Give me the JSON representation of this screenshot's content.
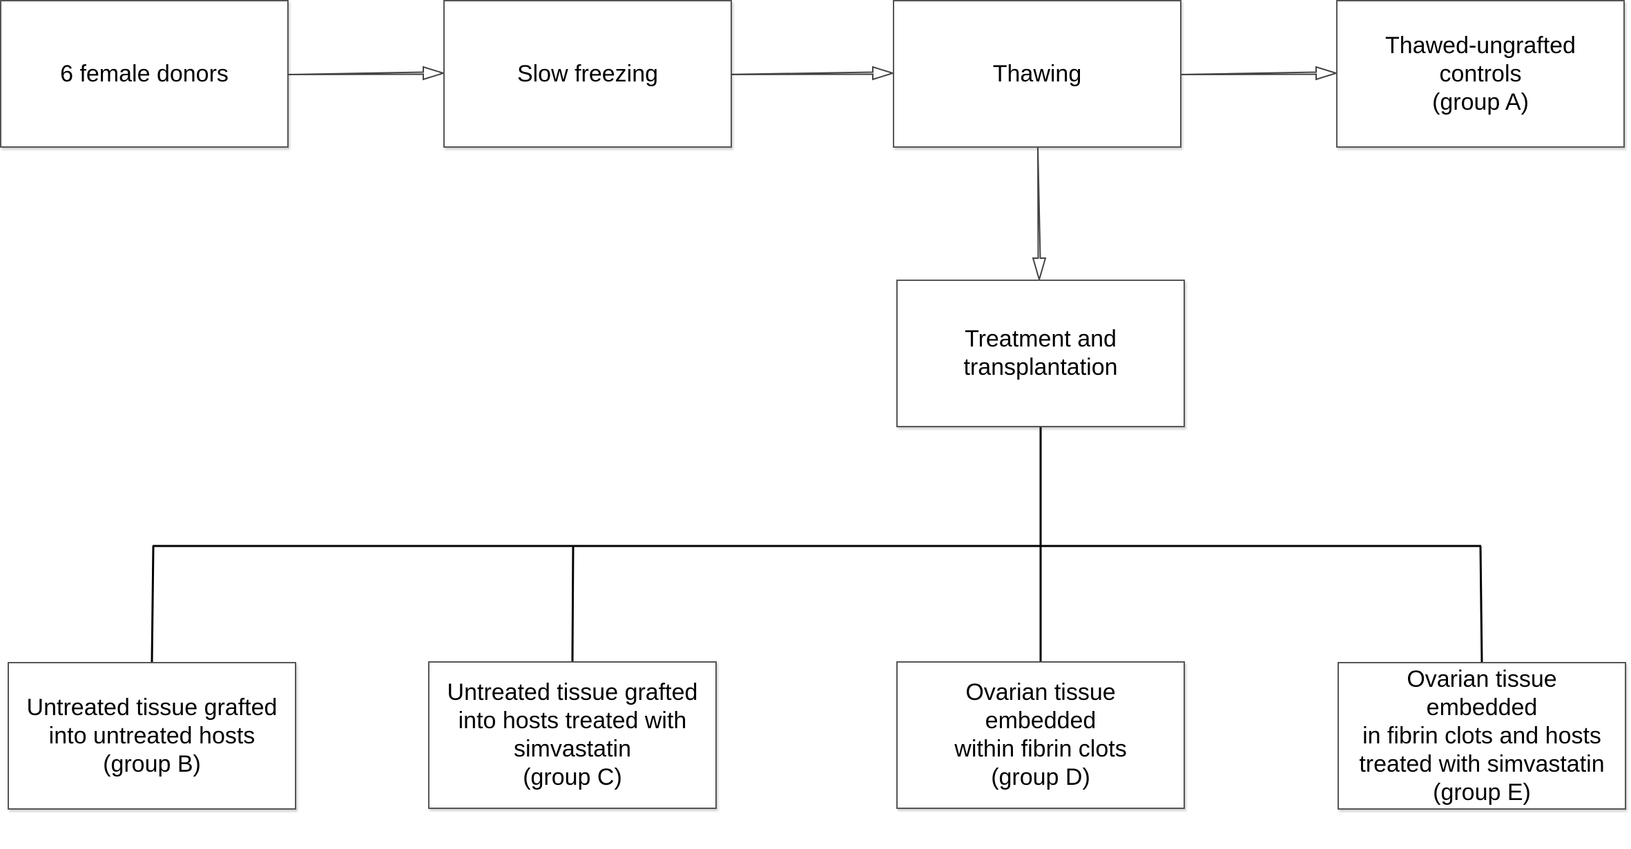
{
  "diagram": {
    "nodes": [
      {
        "id": "donors",
        "lines": [
          "6 female donors"
        ]
      },
      {
        "id": "slow-freezing",
        "lines": [
          "Slow freezing"
        ]
      },
      {
        "id": "thawing",
        "lines": [
          "Thawing"
        ]
      },
      {
        "id": "group-a",
        "lines": [
          "Thawed-ungrafted",
          "controls",
          "(group A)"
        ]
      },
      {
        "id": "treatment",
        "lines": [
          "Treatment and",
          "transplantation"
        ]
      },
      {
        "id": "group-b",
        "lines": [
          "Untreated tissue grafted",
          "into untreated hosts",
          "(group B)"
        ]
      },
      {
        "id": "group-c",
        "lines": [
          "Untreated tissue grafted",
          "into hosts treated with",
          "simvastatin",
          "(group C)"
        ]
      },
      {
        "id": "group-d",
        "lines": [
          "Ovarian tissue embedded",
          "within fibrin clots",
          "(group D)"
        ]
      },
      {
        "id": "group-e",
        "lines": [
          "Ovarian tissue embedded",
          "in fibrin clots and hosts",
          "treated with simvastatin",
          "(group E)"
        ]
      }
    ],
    "edges": [
      {
        "from": "donors",
        "to": "slow-freezing",
        "style": "arrow"
      },
      {
        "from": "slow-freezing",
        "to": "thawing",
        "style": "arrow"
      },
      {
        "from": "thawing",
        "to": "group-a",
        "style": "arrow"
      },
      {
        "from": "thawing",
        "to": "treatment",
        "style": "arrow"
      },
      {
        "from": "treatment",
        "to": "group-b",
        "style": "tree"
      },
      {
        "from": "treatment",
        "to": "group-c",
        "style": "tree"
      },
      {
        "from": "treatment",
        "to": "group-d",
        "style": "tree"
      },
      {
        "from": "treatment",
        "to": "group-e",
        "style": "tree"
      }
    ],
    "colors": {
      "box_border": "#555555",
      "line": "#000000",
      "arrow_outline": "#444444"
    }
  }
}
